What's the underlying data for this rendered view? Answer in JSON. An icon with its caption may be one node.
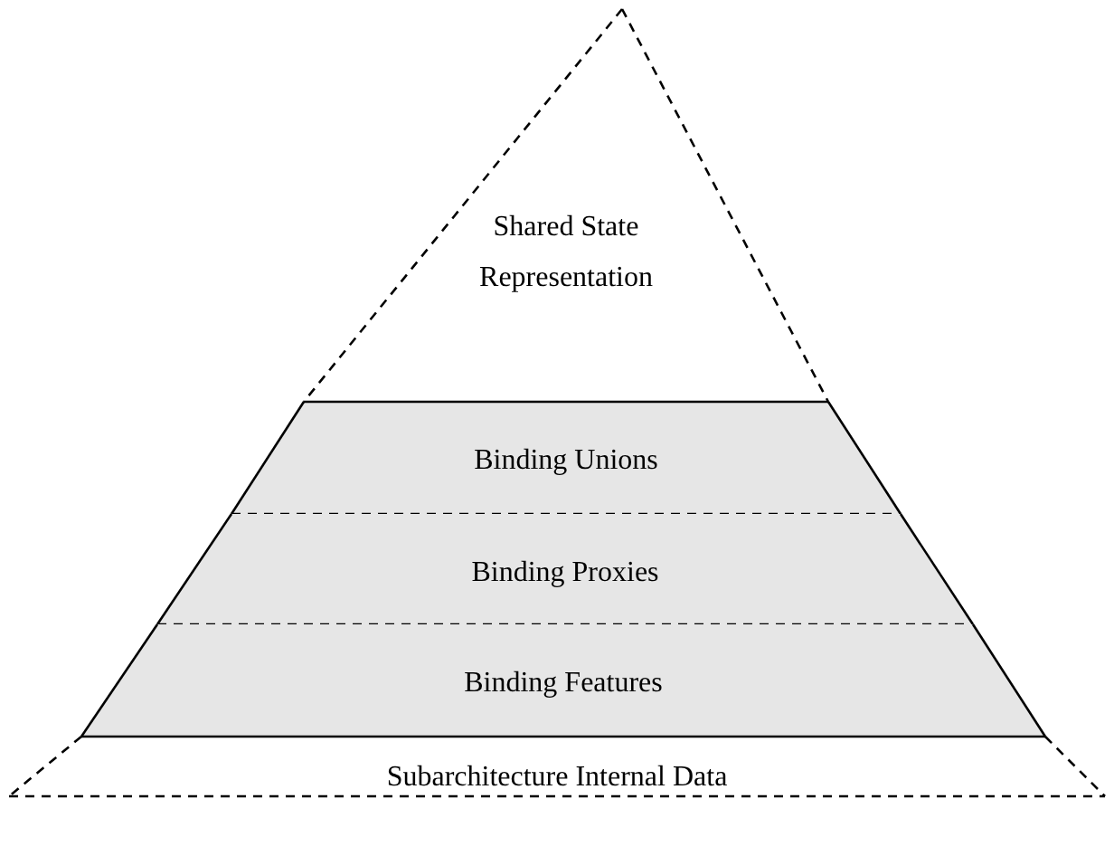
{
  "diagram": {
    "nodes": [
      {
        "text": [
          "Shared State Representation"
        ]
      },
      {
        "text": [
          "Binding Unions"
        ]
      },
      {
        "text": [
          "Binding Proxies"
        ]
      },
      {
        "text": [
          "Binding Features"
        ]
      },
      {
        "text": [
          "Subarchitecture Internal Data"
        ]
      }
    ]
  }
}
